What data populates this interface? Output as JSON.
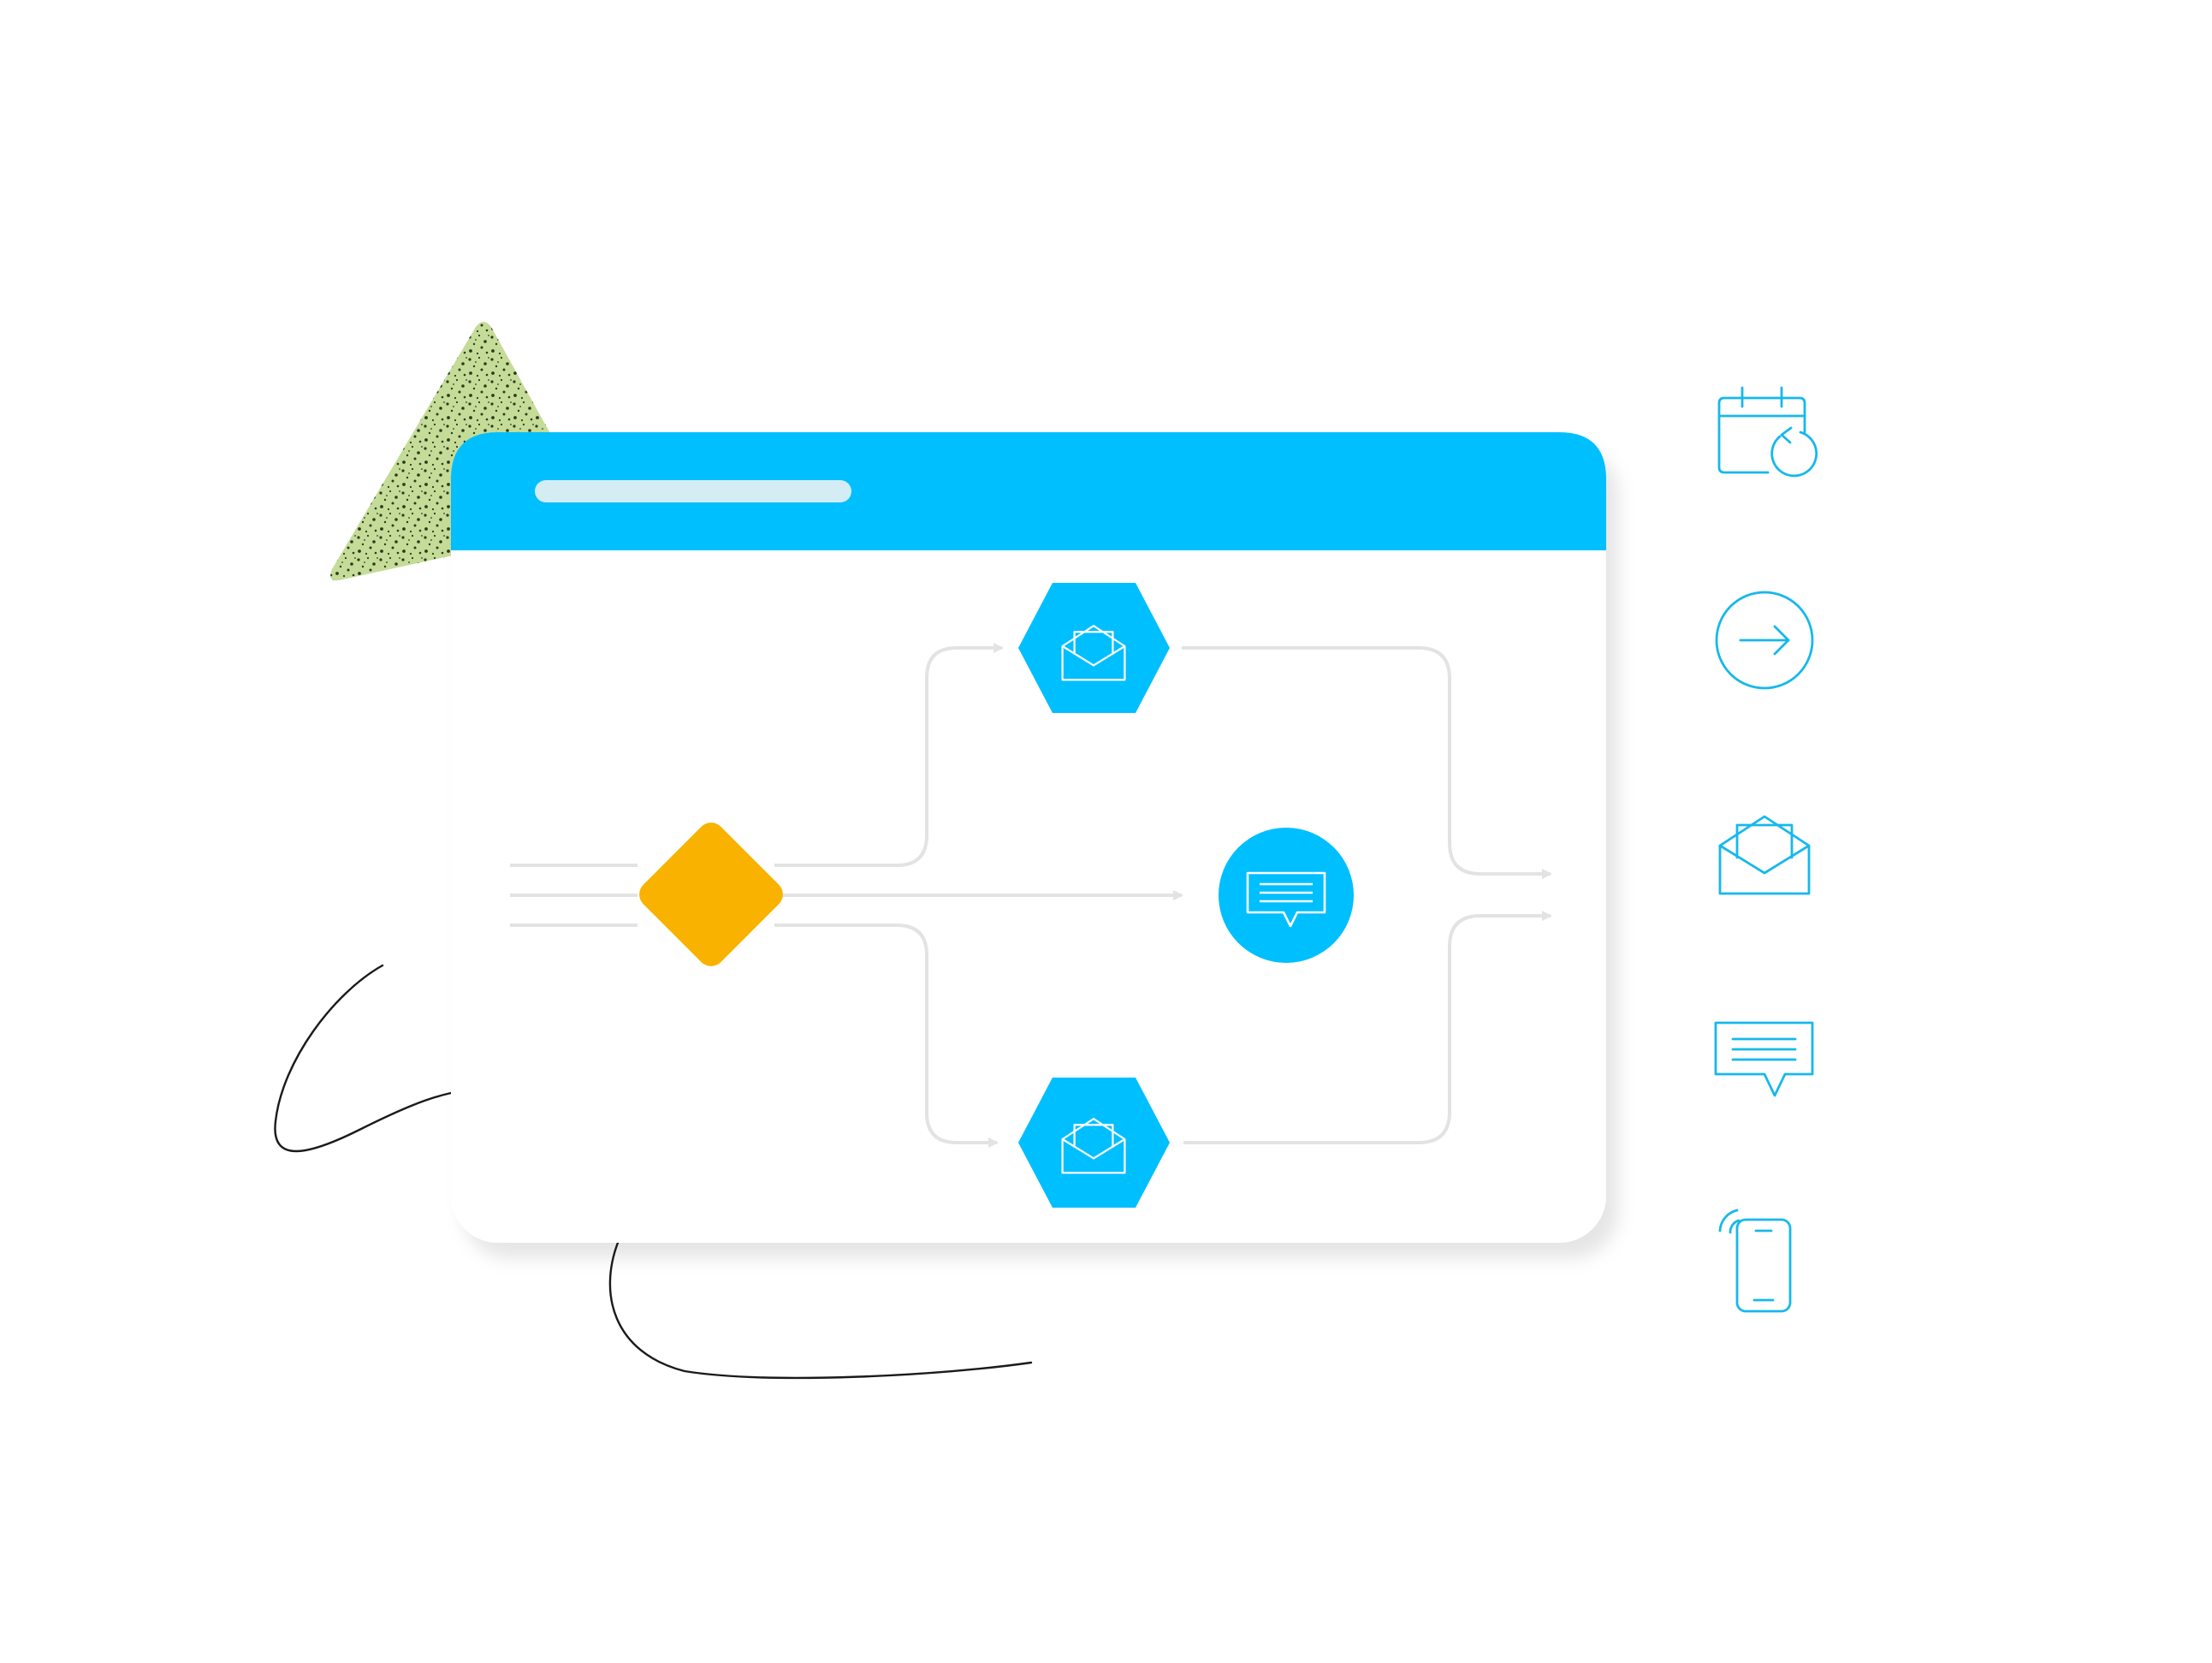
{
  "colors": {
    "background": "#ffffff",
    "accent_blue": "#00bfff",
    "decision_yellow": "#f9b200",
    "connector_gray": "#e3e3e3",
    "triangle_green": "#c5dc98",
    "speckle": "#2b3a1e",
    "titlebar_pill": "#d4ecf4",
    "window_body": "#ffffff",
    "squiggle": "#1a1a1a",
    "icon_stroke": "#16b8ec"
  },
  "window": {
    "titlebar_text": ""
  },
  "workflow": {
    "decision_node": "diamond",
    "action_nodes": [
      {
        "shape": "hexagon",
        "icon": "open-envelope-icon",
        "branch": "top"
      },
      {
        "shape": "circle",
        "icon": "chat-bubble-icon",
        "branch": "middle"
      },
      {
        "shape": "hexagon",
        "icon": "open-envelope-icon",
        "branch": "bottom"
      }
    ]
  },
  "side_icons": [
    "calendar-refresh-icon",
    "arrow-circle-icon",
    "open-envelope-icon",
    "chat-bubble-icon",
    "mobile-phone-icon"
  ]
}
